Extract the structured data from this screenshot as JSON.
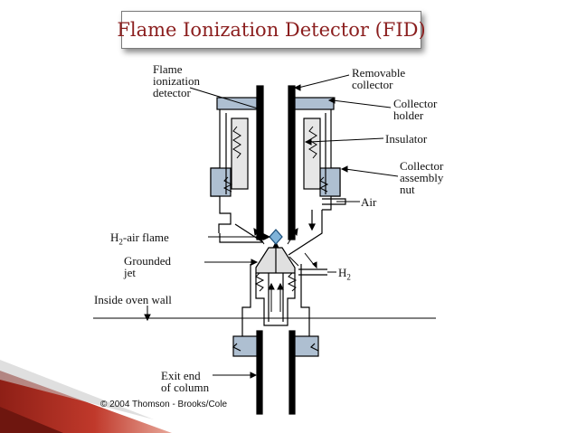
{
  "title": "Flame Ionization Detector (FID)",
  "labels": {
    "flame_ionization_detector": "Flame\nionization\ndetector",
    "removable_collector": "Removable\ncollector",
    "collector_holder": "Collector\nholder",
    "insulator": "Insulator",
    "collector_assembly_nut": "Collector\nassembly\nnut",
    "air": "Air",
    "h2_air_flame_pre": "H",
    "h2_air_flame_sub": "2",
    "h2_air_flame_post": "-air flame",
    "grounded_jet": "Grounded\njet",
    "h2_pre": "H",
    "h2_sub": "2",
    "inside_oven_wall": "Inside oven wall",
    "exit_end_of_column": "Exit end\nof column"
  },
  "copyright": "© 2004 Thomson - Brooks/Cole",
  "colors": {
    "title_text": "#8b1e1e",
    "fitting_fill": "#aebfd1",
    "flame_fill": "#7fb3d9",
    "accent_red": "#b0281e"
  }
}
